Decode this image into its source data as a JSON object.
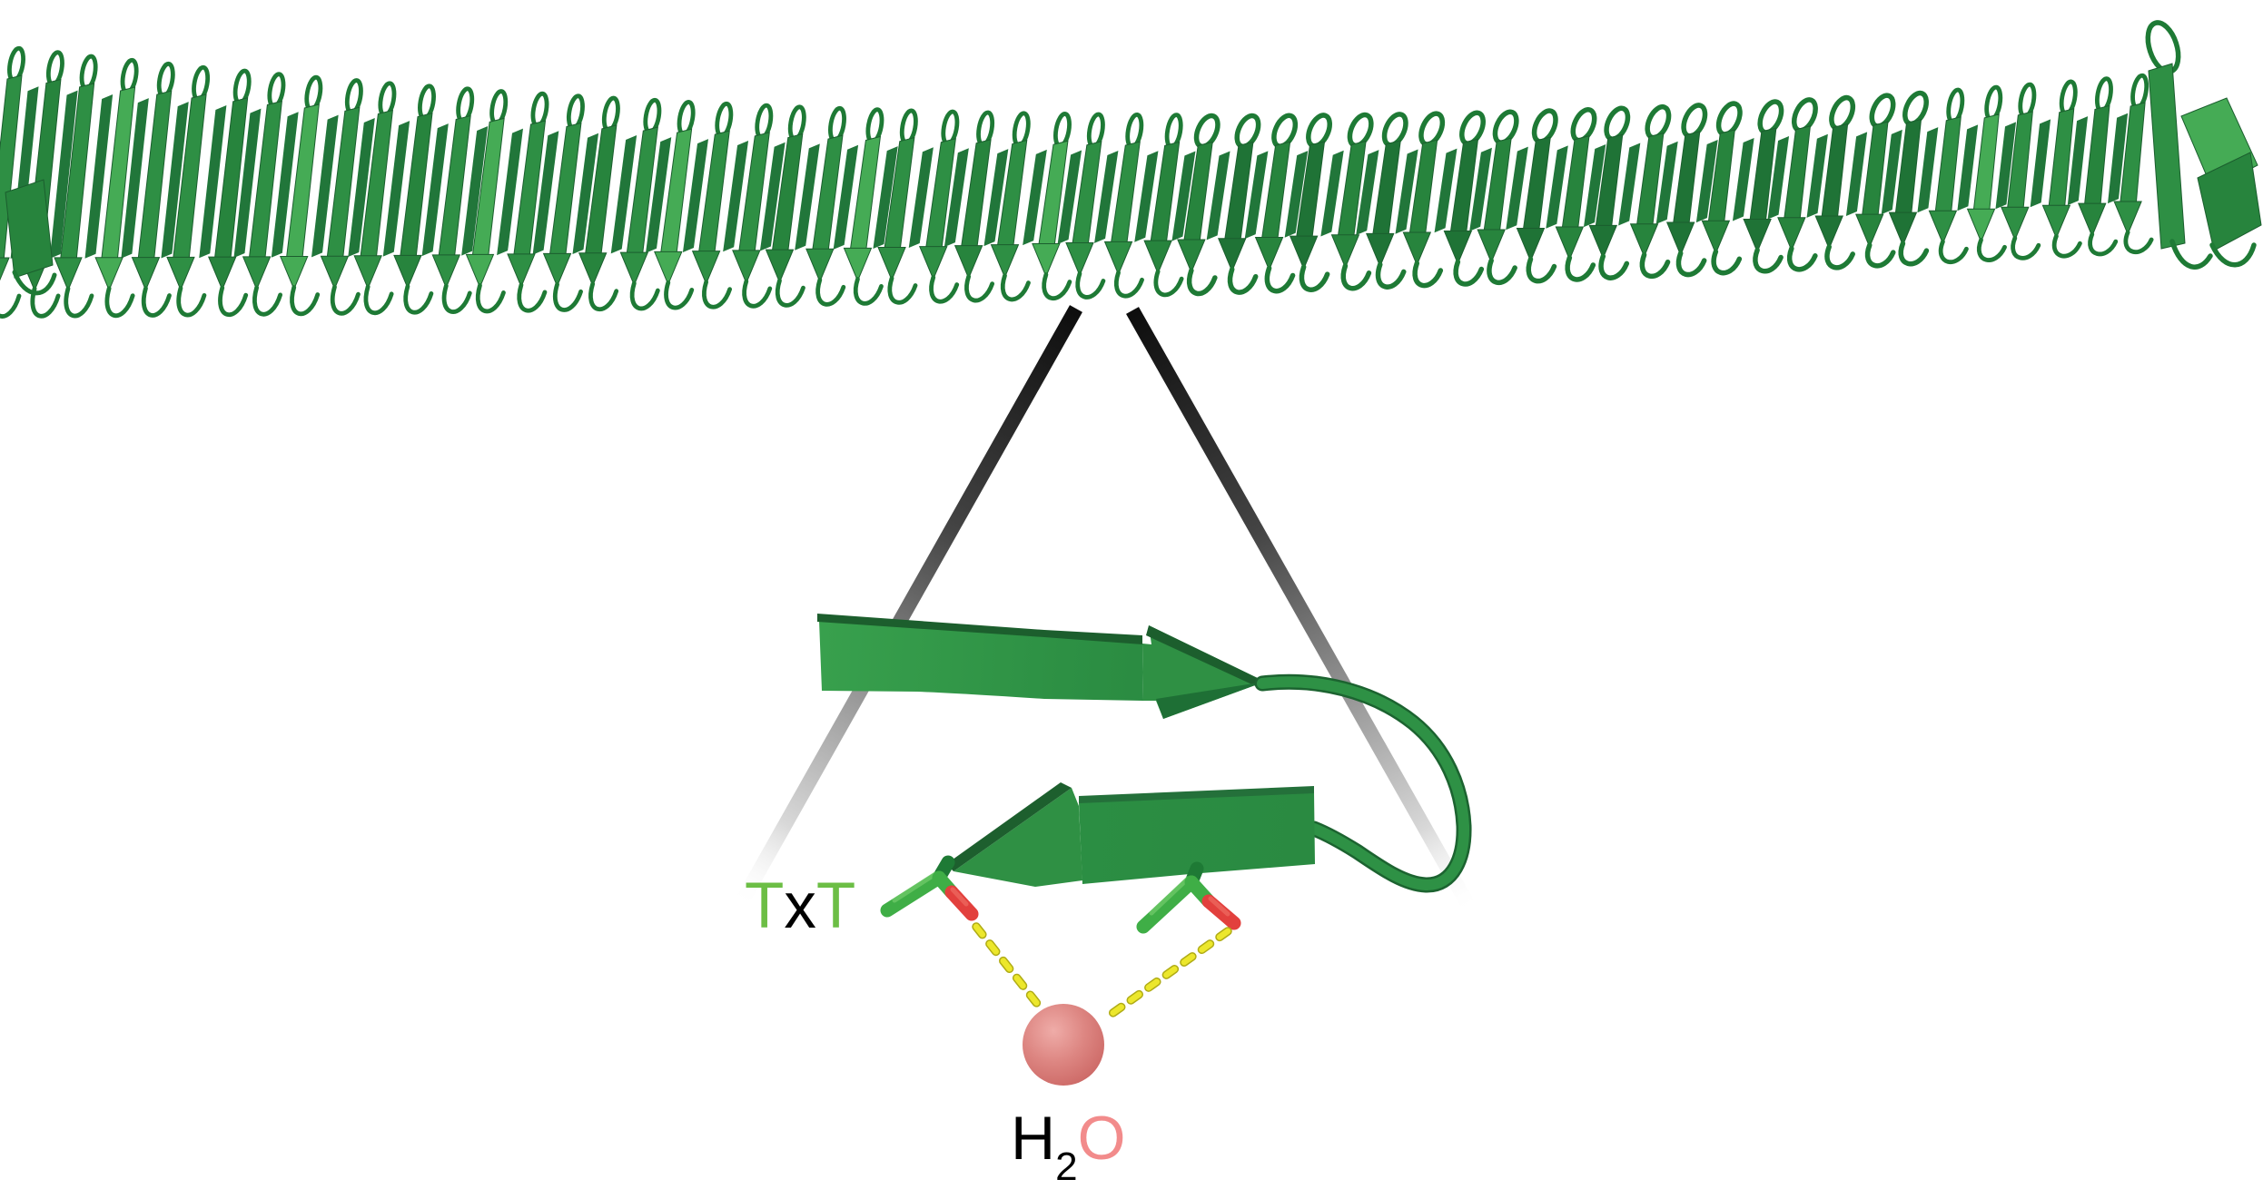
{
  "figure": {
    "kind": "molecular-structure-figure",
    "background": "#ffffff"
  },
  "labels": {
    "motif": {
      "full": "TxT",
      "t1": "T",
      "x": "x",
      "t2": "T"
    },
    "water": {
      "full": "H2O",
      "h": "H",
      "sub": "2",
      "o": "O"
    }
  },
  "molecule": {
    "hairpin_repeats": 58
  },
  "colors": {
    "ribbon_mid": "#2e8f44",
    "ribbon_mid2": "#27843d",
    "ribbon_light": "#45ab55",
    "ribbon_lighter": "#7cc97f",
    "ribbon_dark": "#1b5e2e",
    "ribbon_darkface": "#1f7336",
    "ribbon_back": "#21763a",
    "ribbon_loop": "#1e7a35",
    "stick_green": "#3fae46",
    "stick_green_sheen": "#6cc967",
    "stick_stub_dark": "#1e7a35",
    "oxygen_red": "#e2403d",
    "oxygen_red_sheen": "#ee6b61",
    "hbond_yellow": "#ece72c",
    "hbond_yellow_dark": "#b0ac15",
    "water_sphere_base": "#d4736f",
    "water_sphere_light": "#efaca8",
    "water_sphere_dark": "#b95658",
    "motif_green": "#6cbe45",
    "water_o_salmon": "#f28b8b",
    "text_black": "#000000",
    "zoom_line_dark": "#0d0d0d"
  }
}
